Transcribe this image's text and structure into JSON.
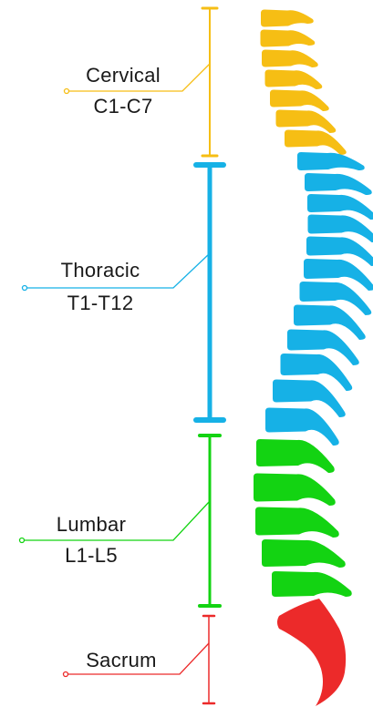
{
  "colors": {
    "cervical": "#F6BE14",
    "thoracic": "#16B1E6",
    "lumbar": "#13D312",
    "sacrum": "#EC2A2A",
    "text": "#1a1a1a",
    "background": "#ffffff"
  },
  "regions": [
    {
      "key": "cervical",
      "name": "Cervical",
      "range": "C1-C7",
      "vertebra_count": 7
    },
    {
      "key": "thoracic",
      "name": "Thoracic",
      "range": "T1-T12",
      "vertebra_count": 12
    },
    {
      "key": "lumbar",
      "name": "Lumbar",
      "range": "L1-L5",
      "vertebra_count": 5
    },
    {
      "key": "sacrum",
      "name": "Sacrum",
      "range": "",
      "vertebra_count": 1
    }
  ]
}
